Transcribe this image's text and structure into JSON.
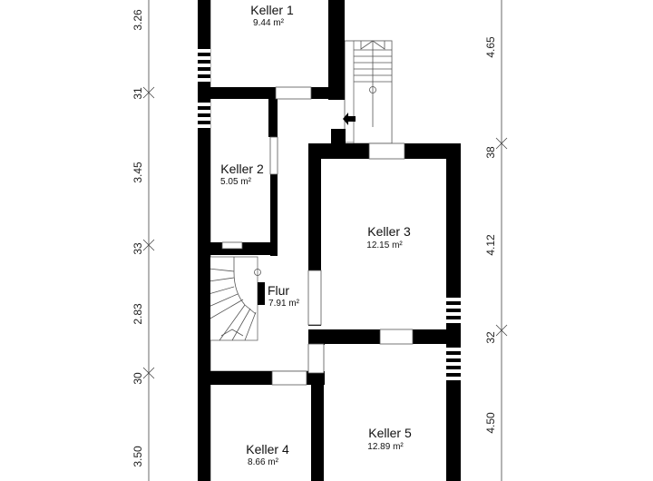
{
  "rooms": [
    {
      "id": "keller-1",
      "name": "Keller 1",
      "area": "9.44 m²"
    },
    {
      "id": "keller-2",
      "name": "Keller 2",
      "area": "5.05 m²"
    },
    {
      "id": "keller-3",
      "name": "Keller 3",
      "area": "12.15 m²"
    },
    {
      "id": "flur",
      "name": "Flur",
      "area": "7.91 m²"
    },
    {
      "id": "keller-4",
      "name": "Keller 4",
      "area": "8.66 m²"
    },
    {
      "id": "keller-5",
      "name": "Keller 5",
      "area": "12.89 m²"
    }
  ],
  "dimensions": {
    "left": [
      "3.26",
      "31",
      "3.45",
      "33",
      "2.83",
      "30",
      "3.50"
    ],
    "right": [
      "4.65",
      "38",
      "4.12",
      "32",
      "4.50"
    ]
  },
  "colors": {
    "wall": "#000000",
    "background": "#ffffff",
    "line": "#444444"
  },
  "icons": [
    "entrance-arrow-icon",
    "staircase-icon"
  ]
}
